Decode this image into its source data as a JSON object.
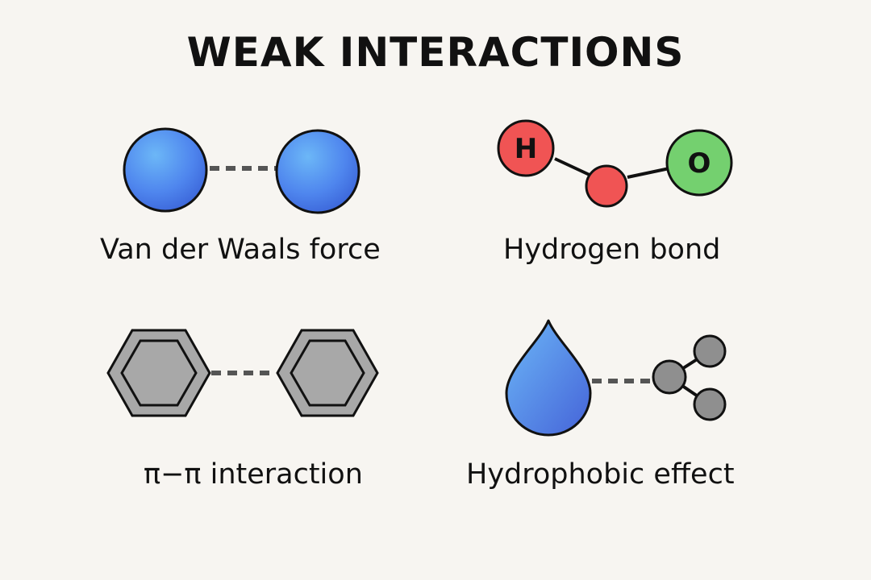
{
  "title": "WEAK INTERACTIONS",
  "panels": {
    "van_der_waals": {
      "caption": "Van der Waals force"
    },
    "hydrogen_bond": {
      "caption": "Hydrogen bond",
      "atom_h": "H",
      "atom_o": "O"
    },
    "pi_pi": {
      "caption": "π−π interaction"
    },
    "hydrophobic": {
      "caption": "Hydrophobic effect"
    }
  },
  "colors": {
    "background": "#f7f5f1",
    "sphere_blue": "#4f86ee",
    "hydrogen_red": "#f05454",
    "oxygen_green": "#74d06f",
    "ring_gray": "#a8a8a8",
    "node_gray": "#8f8f8f",
    "dash_gray": "#555555"
  }
}
